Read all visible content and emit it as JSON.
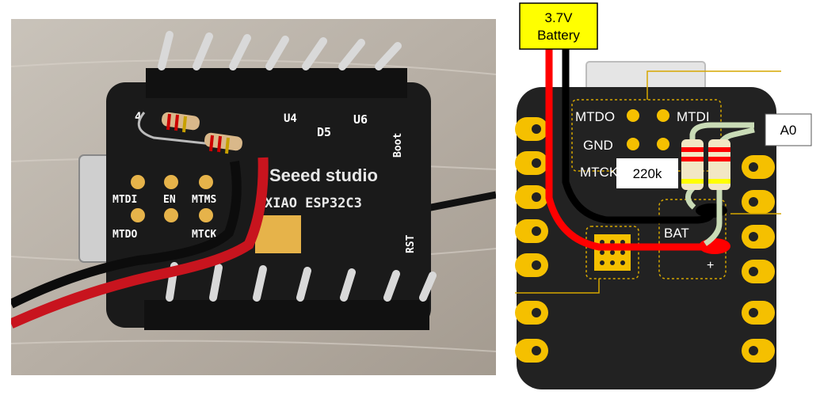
{
  "photo": {
    "brand": "Seeed studio",
    "model": "XIAO ESP32C3",
    "pads": {
      "mtdi": "MTDI",
      "en": "EN",
      "mtms": "MTMS",
      "mtdo": "MTDO",
      "mtck": "MTCK"
    },
    "pin_labels": {
      "d4": "4",
      "u4": "U4",
      "d5": "D5",
      "d6": "U6",
      "boot": "Boot",
      "rst": "RST"
    }
  },
  "diagram": {
    "battery_label_line1": "3.7V",
    "battery_label_line2": "Battery",
    "a0_label": "A0",
    "resistor_label": "220k",
    "pads": {
      "mtdo": "MTDO",
      "mtdi": "MTDI",
      "gnd": "GND",
      "mtck": "MTCK",
      "bat": "BAT",
      "plus": "+"
    },
    "colors": {
      "board": "#222222",
      "pin": "#f5c000",
      "wire_red": "#ff0000",
      "wire_black": "#000000",
      "label_yellow": "#ffff00"
    }
  }
}
